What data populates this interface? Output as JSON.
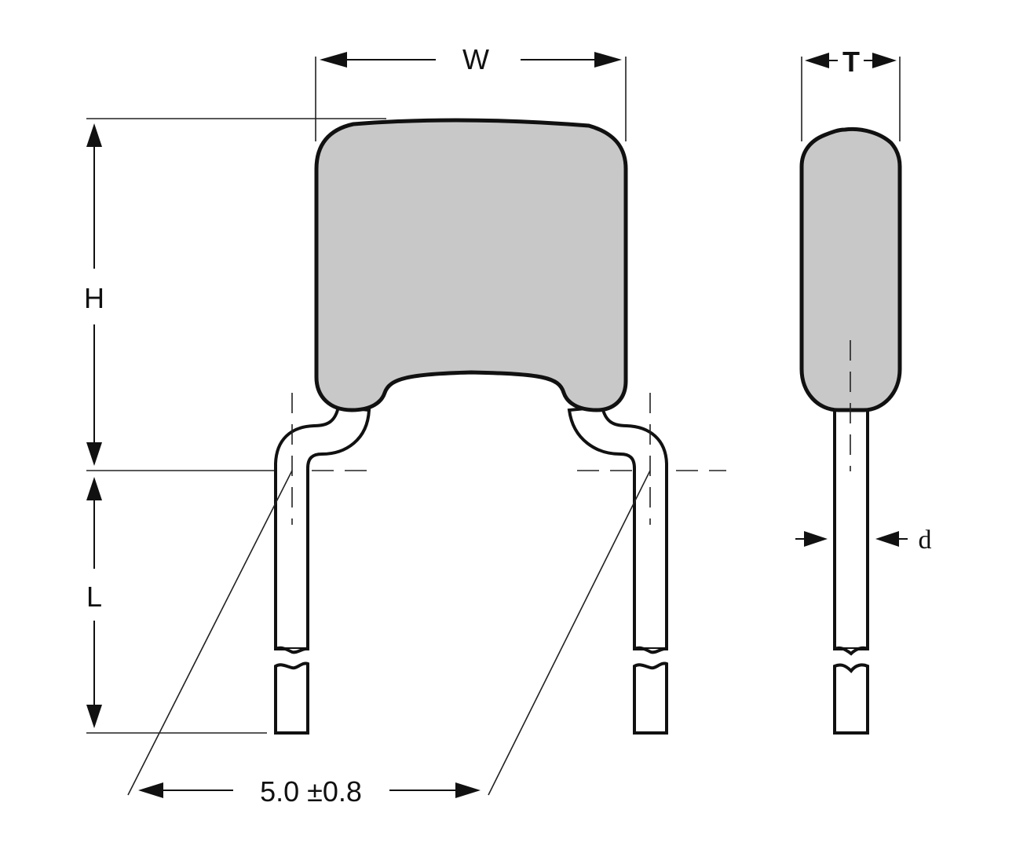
{
  "diagram": {
    "type": "capacitor-dimension-drawing",
    "front_view": {
      "width_label": "W",
      "height_label": "H",
      "lead_length_label": "L",
      "lead_spacing_label": "5.0 ±0.8"
    },
    "side_view": {
      "thickness_label": "T",
      "lead_diameter_label": "d"
    },
    "colors": {
      "body_fill": "#c8c8c8",
      "outline": "#111111",
      "background": "#ffffff"
    }
  }
}
